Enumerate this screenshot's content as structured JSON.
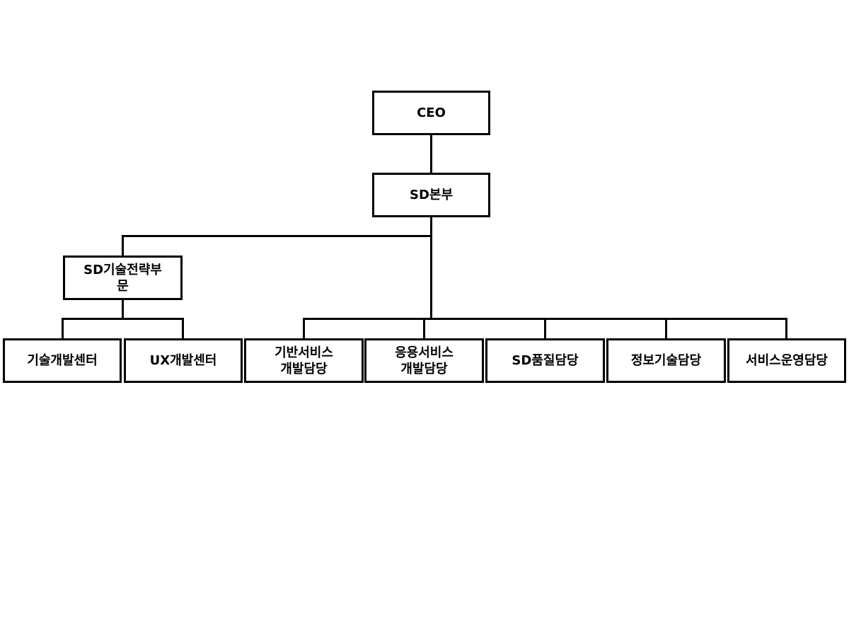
{
  "org_chart": {
    "ceo": "CEO",
    "headquarters": "SD본부",
    "strategy_division": "SD기술전략부\n문",
    "strategy_children": [
      "기술개발센터",
      "UX개발센터"
    ],
    "teams": [
      "기반서비스\n개발담당",
      "응용서비스\n개발담당",
      "SD품질담당",
      "정보기술담당",
      "서비스운영담당"
    ]
  },
  "colors": {
    "border": "#000000",
    "background": "#ffffff"
  }
}
